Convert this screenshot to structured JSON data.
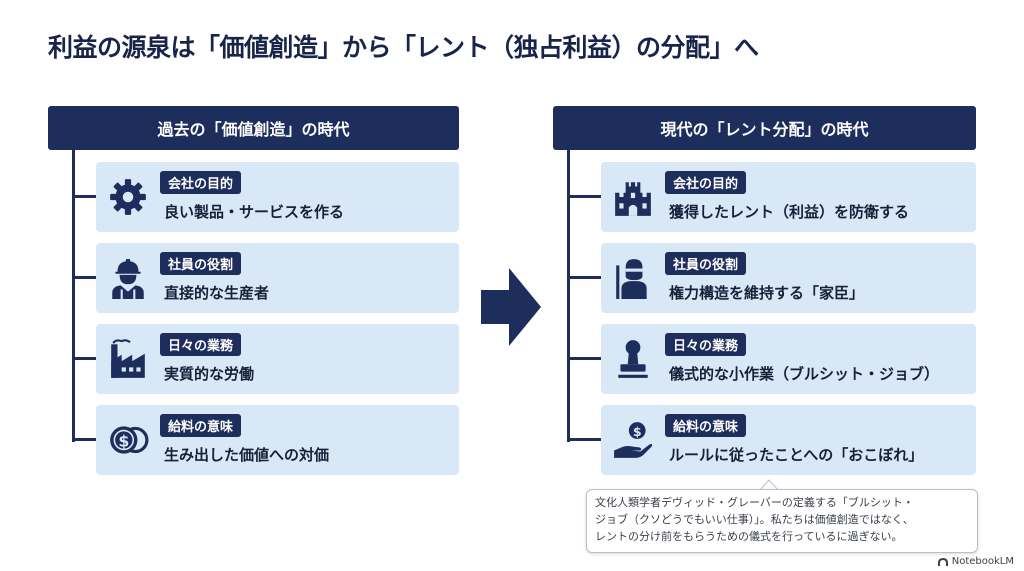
{
  "title": "利益の源泉は「価値創造」から「レント（独占利益）の分配」へ",
  "left": {
    "header": "過去の「価値創造」の時代",
    "cards": [
      {
        "tag": "会社の目的",
        "text": "良い製品・サービスを作る",
        "icon": "gear-icon"
      },
      {
        "tag": "社員の役割",
        "text": "直接的な生産者",
        "icon": "worker-icon"
      },
      {
        "tag": "日々の業務",
        "text": "実質的な労働",
        "icon": "factory-icon"
      },
      {
        "tag": "給料の意味",
        "text": "生み出した価値への対価",
        "icon": "coins-icon"
      }
    ]
  },
  "right": {
    "header": "現代の「レント分配」の時代",
    "cards": [
      {
        "tag": "会社の目的",
        "text": "獲得したレント（利益）を防衛する",
        "icon": "castle-icon"
      },
      {
        "tag": "社員の役割",
        "text": "権力構造を維持する「家臣」",
        "icon": "retainer-icon"
      },
      {
        "tag": "日々の業務",
        "text": "儀式的な小作業（ブルシット・ジョブ）",
        "icon": "stamp-icon"
      },
      {
        "tag": "給料の意味",
        "text": "ルールに従ったことへの「おこぼれ」",
        "icon": "hand-coin-icon"
      }
    ]
  },
  "note": {
    "line1": "文化人類学者デヴィッド・グレーバーの定義する「ブルシット・",
    "line2": "ジョブ（クソどうでもいい仕事）」。私たちは価値創造ではなく、",
    "line3": "レントの分け前をもらうための儀式を行っているに過ぎない。"
  },
  "watermark": "NotebookLM",
  "colors": {
    "navy": "#1d2d5c",
    "card_bg": "#d9e8f6",
    "title": "#18244a"
  }
}
